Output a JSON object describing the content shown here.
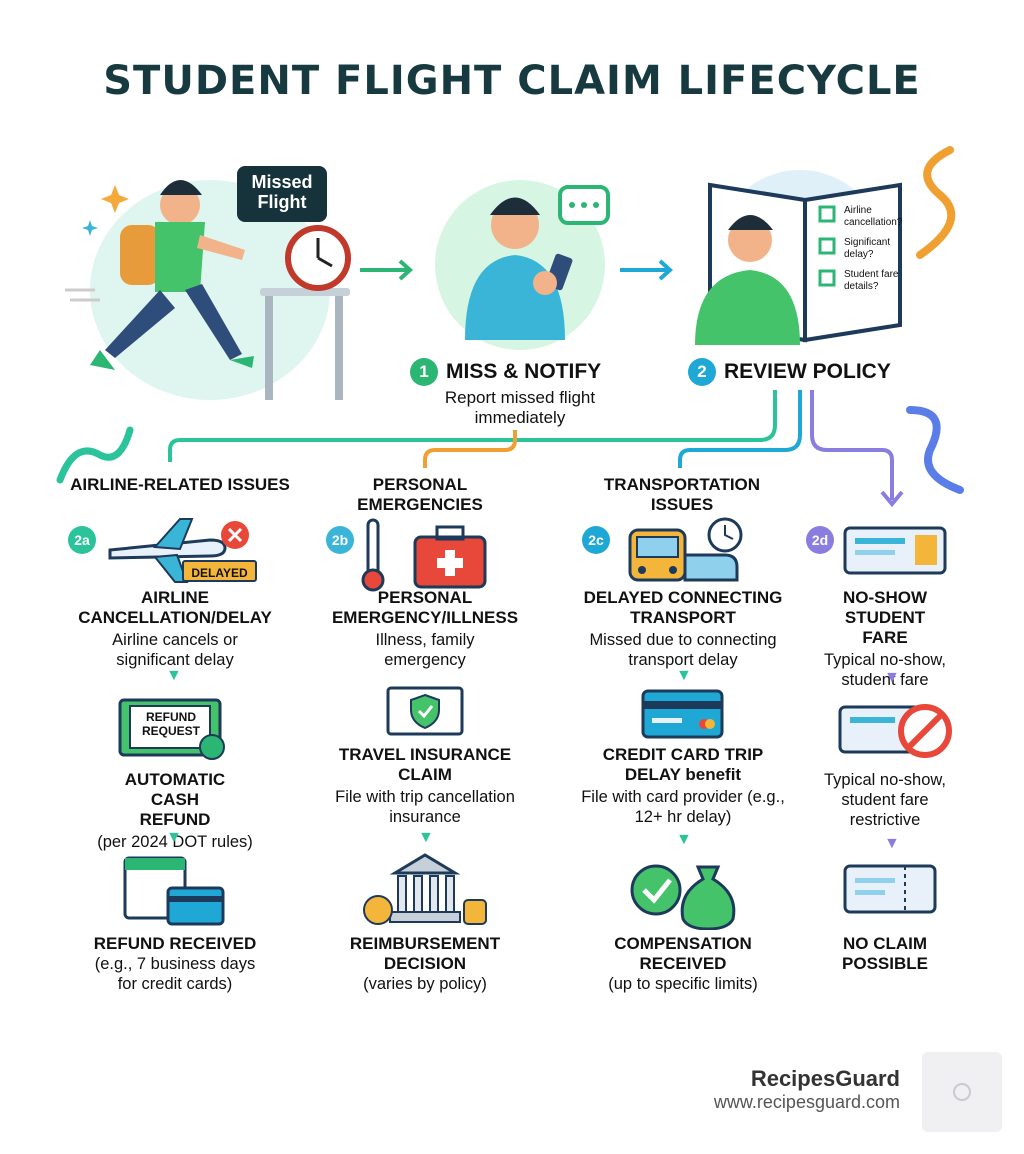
{
  "title": "STUDENT FLIGHT CLAIM LIFECYCLE",
  "hero": {
    "bubble": "Missed Flight"
  },
  "steps": [
    {
      "num": "1",
      "label": "MISS & NOTIFY",
      "sub": "Report missed flight immediately",
      "color": "#2bb673"
    },
    {
      "num": "2",
      "label": "REVIEW POLICY",
      "sub": "",
      "color": "#1fa8d6"
    }
  ],
  "policy_checks": [
    "Airline cancellation?",
    "Significant delay?",
    "Student fare details?"
  ],
  "categories": [
    {
      "title": "AIRLINE-RELATED ISSUES",
      "badge": "2a",
      "color": "#2bc49a",
      "icon_badge": "DELAYED",
      "nodes": [
        {
          "title": "AIRLINE CANCELLATION/DELAY",
          "desc": "Airline cancels or significant delay"
        },
        {
          "title": "AUTOMATIC CASH REFUND",
          "desc": "(per 2024 DOT rules)",
          "icon_text": "REFUND REQUEST"
        },
        {
          "title": "REFUND RECEIVED",
          "desc": "(e.g., 7 business days for credit cards)"
        }
      ]
    },
    {
      "title": "PERSONAL EMERGENCIES",
      "badge": "2b",
      "color": "#3ab5d8",
      "nodes": [
        {
          "title": "PERSONAL EMERGENCY/ILLNESS",
          "desc": "Illness, family emergency"
        },
        {
          "title": "TRAVEL INSURANCE CLAIM",
          "desc": "File with trip cancellation insurance"
        },
        {
          "title": "REIMBURSEMENT DECISION",
          "desc": "(varies by policy)"
        }
      ]
    },
    {
      "title": "TRANSPORTATION ISSUES",
      "badge": "2c",
      "color": "#1fa8d6",
      "nodes": [
        {
          "title": "DELAYED CONNECTING TRANSPORT",
          "desc": "Missed due to connecting transport delay"
        },
        {
          "title": "CREDIT CARD TRIP DELAY benefit",
          "desc": "File with card provider (e.g., 12+ hr delay)"
        },
        {
          "title": "COMPENSATION RECEIVED",
          "desc": "(up to specific limits)"
        }
      ]
    },
    {
      "title": "",
      "badge": "2d",
      "color": "#8a7de0",
      "nodes": [
        {
          "title": "NO-SHOW STUDENT FARE",
          "desc": "Typical no-show, student fare"
        },
        {
          "title": "",
          "desc": "Typical no-show, student fare restrictive"
        },
        {
          "title": "NO CLAIM POSSIBLE",
          "desc": ""
        }
      ]
    }
  ],
  "brand": {
    "name": "RecipesGuard",
    "url": "www.recipesguard.com"
  },
  "colors": {
    "title": "#173a40",
    "green": "#2bb673",
    "blue": "#1fa8d6",
    "purple": "#8a7de0",
    "orange": "#f0a030"
  }
}
